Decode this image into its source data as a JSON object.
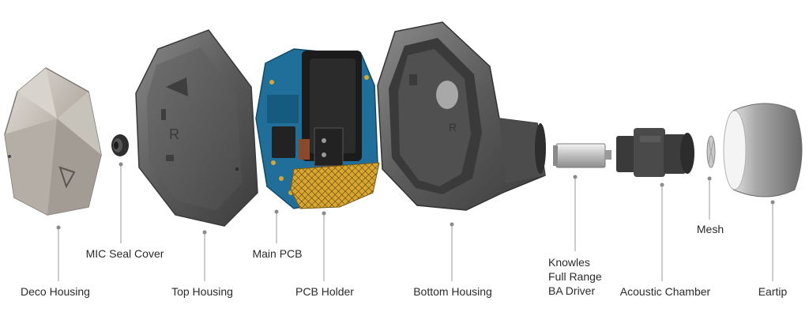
{
  "labels": {
    "deco_housing": "Deco Housing",
    "mic_seal_cover": "MIC Seal Cover",
    "top_housing": "Top Housing",
    "main_pcb": "Main PCB",
    "pcb_holder": "PCB Holder",
    "bottom_housing": "Bottom Housing",
    "ba_driver_line1": "Knowles",
    "ba_driver_line2": "Full Range",
    "ba_driver_line3": "BA Driver",
    "acoustic_chamber": "Acoustic Chamber",
    "mesh": "Mesh",
    "eartip": "Eartip"
  },
  "colors": {
    "leader_line": "#9a9a9a",
    "dot": "#8a8a8a",
    "pcb_blue": "#1f6f9a",
    "holder_gold": "#d9a62e",
    "shell_grey": "#5e5e5e",
    "deco_silver": "#bdb8b0"
  }
}
